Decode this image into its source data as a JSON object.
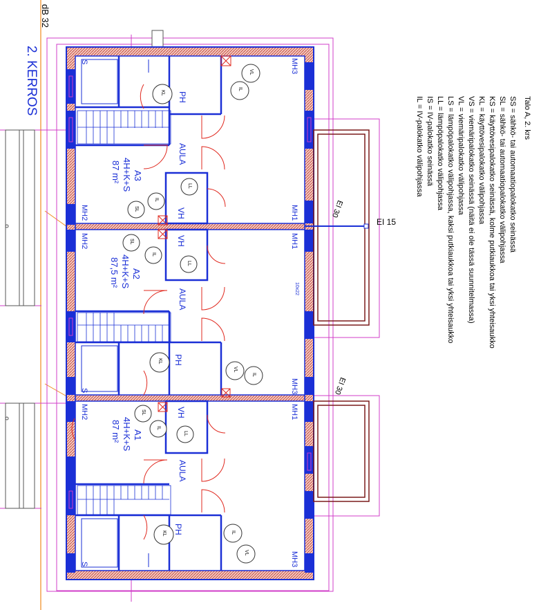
{
  "header": {
    "db_label": "dB 32",
    "floor_title": "2. KERROS"
  },
  "apartments": [
    {
      "name": "A3",
      "type": "4H+K+S",
      "area": "87 m²"
    },
    {
      "name": "A2",
      "type": "4H+K+S",
      "area": "87,5 m²"
    },
    {
      "name": "A1",
      "type": "4H+K+S",
      "area": "87 m²"
    }
  ],
  "rooms": {
    "ph": "PH",
    "aula": "AULA",
    "vh": "VH",
    "s": "S",
    "mh1": "MH1",
    "mh2": "MH2",
    "mh3": "MH3"
  },
  "fire": {
    "ei30": "EI 30",
    "ei15": "EI 15",
    "dim": "10x22"
  },
  "symbols": {
    "kl": "KL",
    "vl": "VL",
    "il": "IL",
    "ll": "LL",
    "sl": "SL"
  },
  "legend": {
    "title": "Talo A, 2. krs",
    "lines": [
      "SS = sähkö- tai automaatiopalokatko seinässä",
      "SL = sähkö- tai automaatiopalokatko välipohjassa",
      "KS = käyttövesipalokatko seinässä, kolme putkiaukkoa tai yksi yhteisaukko",
      "KL = käyttövesipalokatko välipohjassa",
      "VS = viemäripalokatko seinässä (näitä ei ole tässä suunnitelmassa)",
      "VL = viemäripalokatko välipohjassa",
      "LS = lämpöpalokatko välipohjassa, kaksi putkiaukkoa tai yksi yhteisaukko",
      "LL = lämpöpalokatko välipohjassa",
      "IS = IV-palokatko seinässä",
      "IL = IV-palokatko välipohjassa"
    ]
  }
}
